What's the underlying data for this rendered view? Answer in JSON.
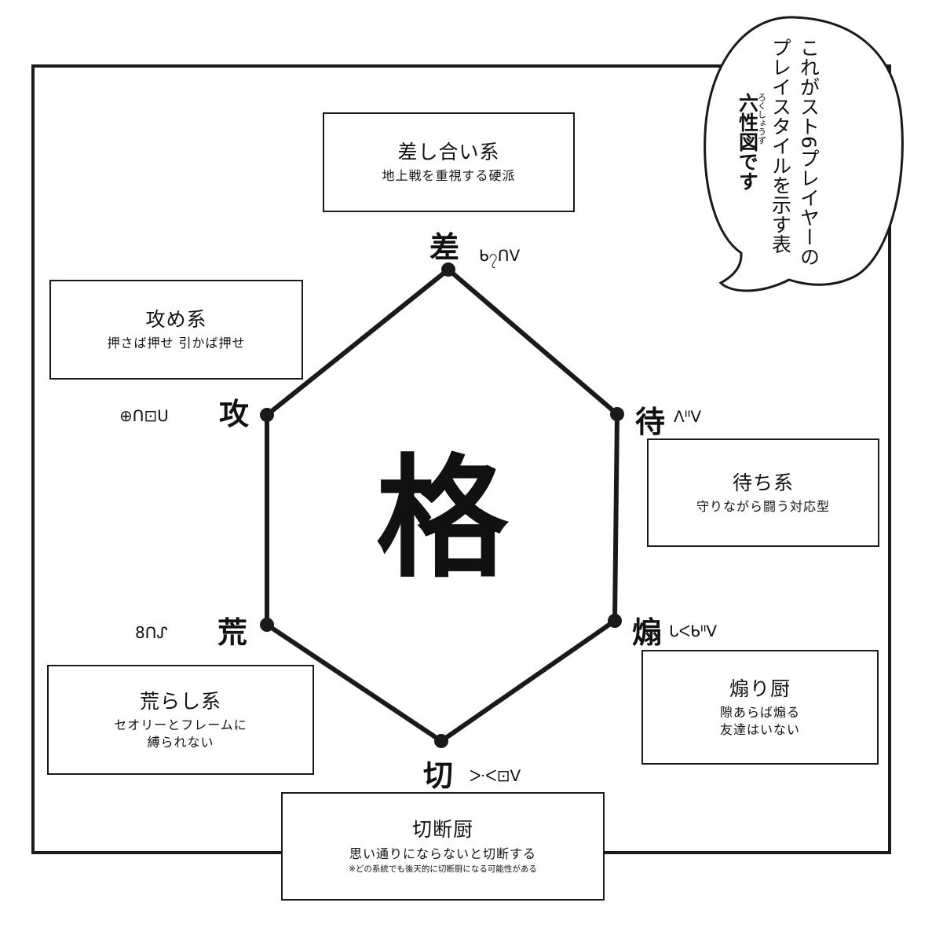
{
  "center_kanji": "格",
  "speech_bubble": {
    "lines": [
      "これがスト6プレイヤーの",
      "プレイスタイルを示す表",
      "六性図です"
    ],
    "ruby": "ろくしょうず"
  },
  "axes": {
    "sashi": {
      "kanji": "差",
      "glyph": "ᑲ၇ᑎᐯ"
    },
    "machi": {
      "kanji": "待",
      "glyph": "ᐱᐦᐯ"
    },
    "aori": {
      "kanji": "煽",
      "glyph": "ᒐᐸᑲᐦᐯ"
    },
    "setsu": {
      "kanji": "切",
      "glyph": "ᑁᐸ⊡ᐯ"
    },
    "are": {
      "kanji": "荒",
      "glyph": "8ᑎᔑ"
    },
    "seme": {
      "kanji": "攻",
      "glyph": "⊕ᑎ⊡ᑌ"
    }
  },
  "boxes": {
    "sashi": {
      "title": "差し合い系",
      "sub": "地上戦を重視する硬派"
    },
    "seme": {
      "title": "攻め系",
      "sub": "押さば押せ 引かば押せ"
    },
    "machi": {
      "title": "待ち系",
      "sub": "守りながら闘う対応型"
    },
    "are": {
      "title": "荒らし系",
      "sub1": "セオリーとフレームに",
      "sub2": "縛られない"
    },
    "aori": {
      "title": "煽り厨",
      "sub1": "隙あらば煽る",
      "sub2": "友達はいない"
    },
    "setsu": {
      "title": "切断厨",
      "sub": "思い通りにならないと切断する",
      "note": "※どの系統でも後天的に切断厨になる可能性がある"
    }
  },
  "colors": {
    "ink": "#1a1a1a",
    "paper": "#ffffff"
  }
}
